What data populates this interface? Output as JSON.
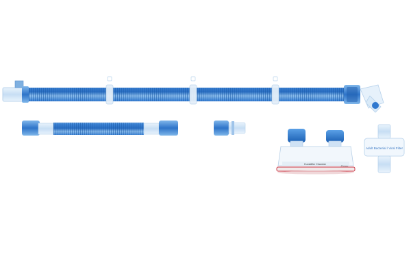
{
  "colors": {
    "tube_blue": "#3f86d8",
    "tube_light": "#9cc7f0",
    "tube_dark": "#1f5fb0",
    "connector_clear": "#dcebf8",
    "cap_blue": "#1f6fc9",
    "chamber_base": "#c92b3a"
  },
  "products": {
    "humidifier_label": "Humidifier Chamber",
    "humidifier_brand": "Fisher",
    "filter_label": "Adult Bacterial / Viral Filter"
  }
}
